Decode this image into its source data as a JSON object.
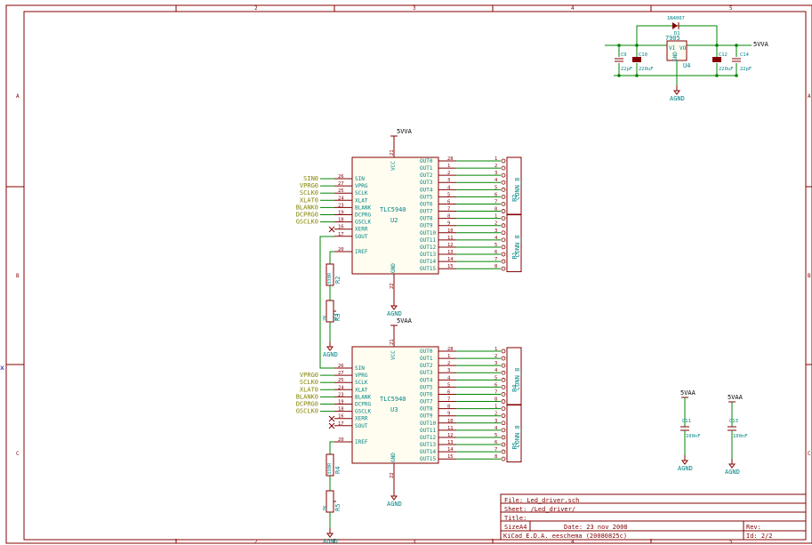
{
  "frame": {
    "cols": [
      "2",
      "3",
      "4",
      "5"
    ],
    "rows": [
      "A",
      "B",
      "C"
    ]
  },
  "power": {
    "label_5vva": "5VVA",
    "label_5vaa": "5VAA",
    "label_agnd": "AGND"
  },
  "regulator": {
    "diode_value": "1N4007",
    "diode_ref": "D1",
    "reg_value": "7905",
    "reg_ref": "U4",
    "pin_vi": "VI",
    "pin_vo": "VO",
    "pin_gnd": "GND",
    "caps": [
      {
        "ref": "C9",
        "value": "22pF"
      },
      {
        "ref": "C10",
        "value": "220uF"
      },
      {
        "ref": "C12",
        "value": "220uF"
      },
      {
        "ref": "C14",
        "value": "22pF"
      }
    ]
  },
  "ic_pins": {
    "left": [
      "SIN",
      "VPRG",
      "SCLK",
      "XLAT",
      "BLANK",
      "DCPRG",
      "GSCLK",
      "XERR",
      "SOUT"
    ],
    "left_nums": [
      "26",
      "27",
      "25",
      "24",
      "23",
      "19",
      "18",
      "16",
      "17"
    ],
    "iref": "IREF",
    "iref_num": "20",
    "vcc": "VCC",
    "vcc_num": "21",
    "gnd": "GND",
    "gnd_num": "22",
    "outs": [
      "OUT0",
      "OUT1",
      "OUT2",
      "OUT3",
      "OUT4",
      "OUT5",
      "OUT6",
      "OUT7",
      "OUT8",
      "OUT9",
      "OUT10",
      "OUT11",
      "OUT12",
      "OUT13",
      "OUT14",
      "OUT15"
    ],
    "out_nums": [
      "28",
      "1",
      "2",
      "3",
      "4",
      "5",
      "6",
      "7",
      "8",
      "9",
      "10",
      "11",
      "12",
      "13",
      "14",
      "15"
    ]
  },
  "u2": {
    "value": "TLC5940",
    "ref": "U2",
    "labels": [
      "SIN0",
      "VPRG0",
      "SCLK0",
      "XLAT0",
      "BLANK0",
      "DCPRG0",
      "GSCLK0"
    ]
  },
  "u3": {
    "value": "TLC5940",
    "ref": "U3",
    "labels": [
      "VPRG0",
      "SCLK0",
      "XLAT0",
      "BLANK0",
      "DCPRG0",
      "GSCLK0"
    ]
  },
  "connectors": {
    "value": "CONN_8",
    "refs": [
      "P2",
      "P1",
      "P4",
      "P5"
    ],
    "pin_nums": [
      "1",
      "2",
      "3",
      "4",
      "5",
      "6",
      "7",
      "8"
    ]
  },
  "resistors": {
    "r2": {
      "ref": "R2",
      "value": "330R"
    },
    "r3": {
      "ref": "R3",
      "value": "2K"
    },
    "r4": {
      "ref": "R4",
      "value": "330R"
    },
    "r5": {
      "ref": "R5",
      "value": "2K"
    },
    "p3": "P3"
  },
  "decoupling": [
    {
      "ref": "C11",
      "value": "100nF"
    },
    {
      "ref": "C13",
      "value": "100nF"
    }
  ],
  "title_block": {
    "file": "File: Led_driver.sch",
    "sheet": "Sheet: /Led_driver/",
    "title": "Title:",
    "size_label": "Size",
    "size": "A4",
    "date": "Date: 23 nov 2008",
    "rev": "Rev:",
    "tool": "KiCad E.D.A.  eeschema (20080825c)",
    "id": "Id: 2/2"
  },
  "marker": "x"
}
